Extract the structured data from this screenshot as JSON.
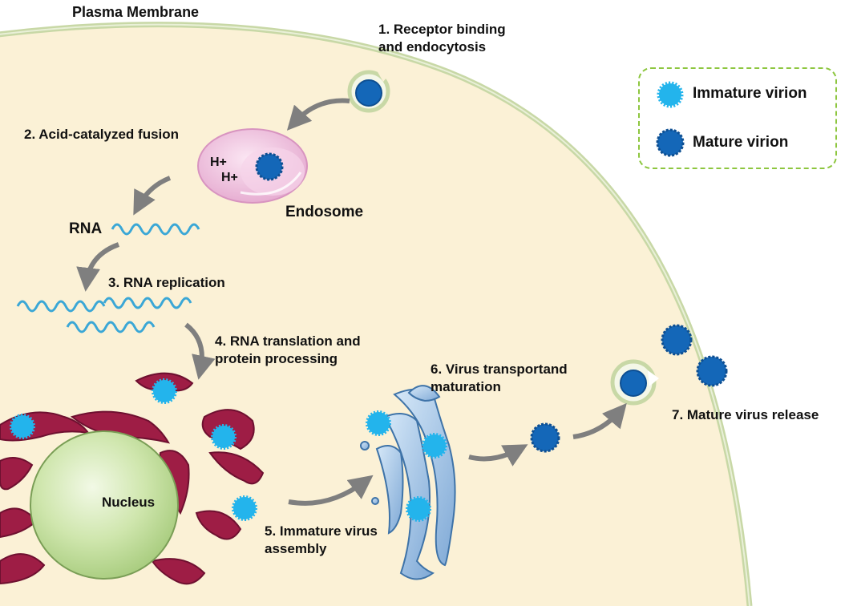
{
  "labels": {
    "plasma_membrane": "Plasma Membrane",
    "step1_line1": "1. Receptor binding",
    "step1_line2": "and endocytosis",
    "step2": "2. Acid-catalyzed fusion",
    "h_plus": "H+",
    "endosome": "Endosome",
    "rna": "RNA",
    "step3": "3. RNA replication",
    "step4_line1": "4. RNA translation and",
    "step4_line2": "protein processing",
    "nucleus": "Nucleus",
    "step5_line1": "5. Immature virus",
    "step5_line2": "assembly",
    "step6_line1": "6. Virus transportand",
    "step6_line2": "maturation",
    "step7": "7. Mature virus release"
  },
  "legend": {
    "immature": "Immature virion",
    "mature": "Mature virion"
  },
  "colors": {
    "cytoplasm": "#fbf1d6",
    "membrane": "#c8d8a6",
    "mature_virion": "#1467b8",
    "immature_virion": "#23b4ec",
    "endosome": "#e9b3d6",
    "er": "#9e1d45",
    "golgi": "#8fb9e0",
    "nucleus": "#bfdc9a",
    "arrow": "#7f7f7f",
    "rna": "#3aa7d6",
    "legend_border": "#8dc63f"
  }
}
